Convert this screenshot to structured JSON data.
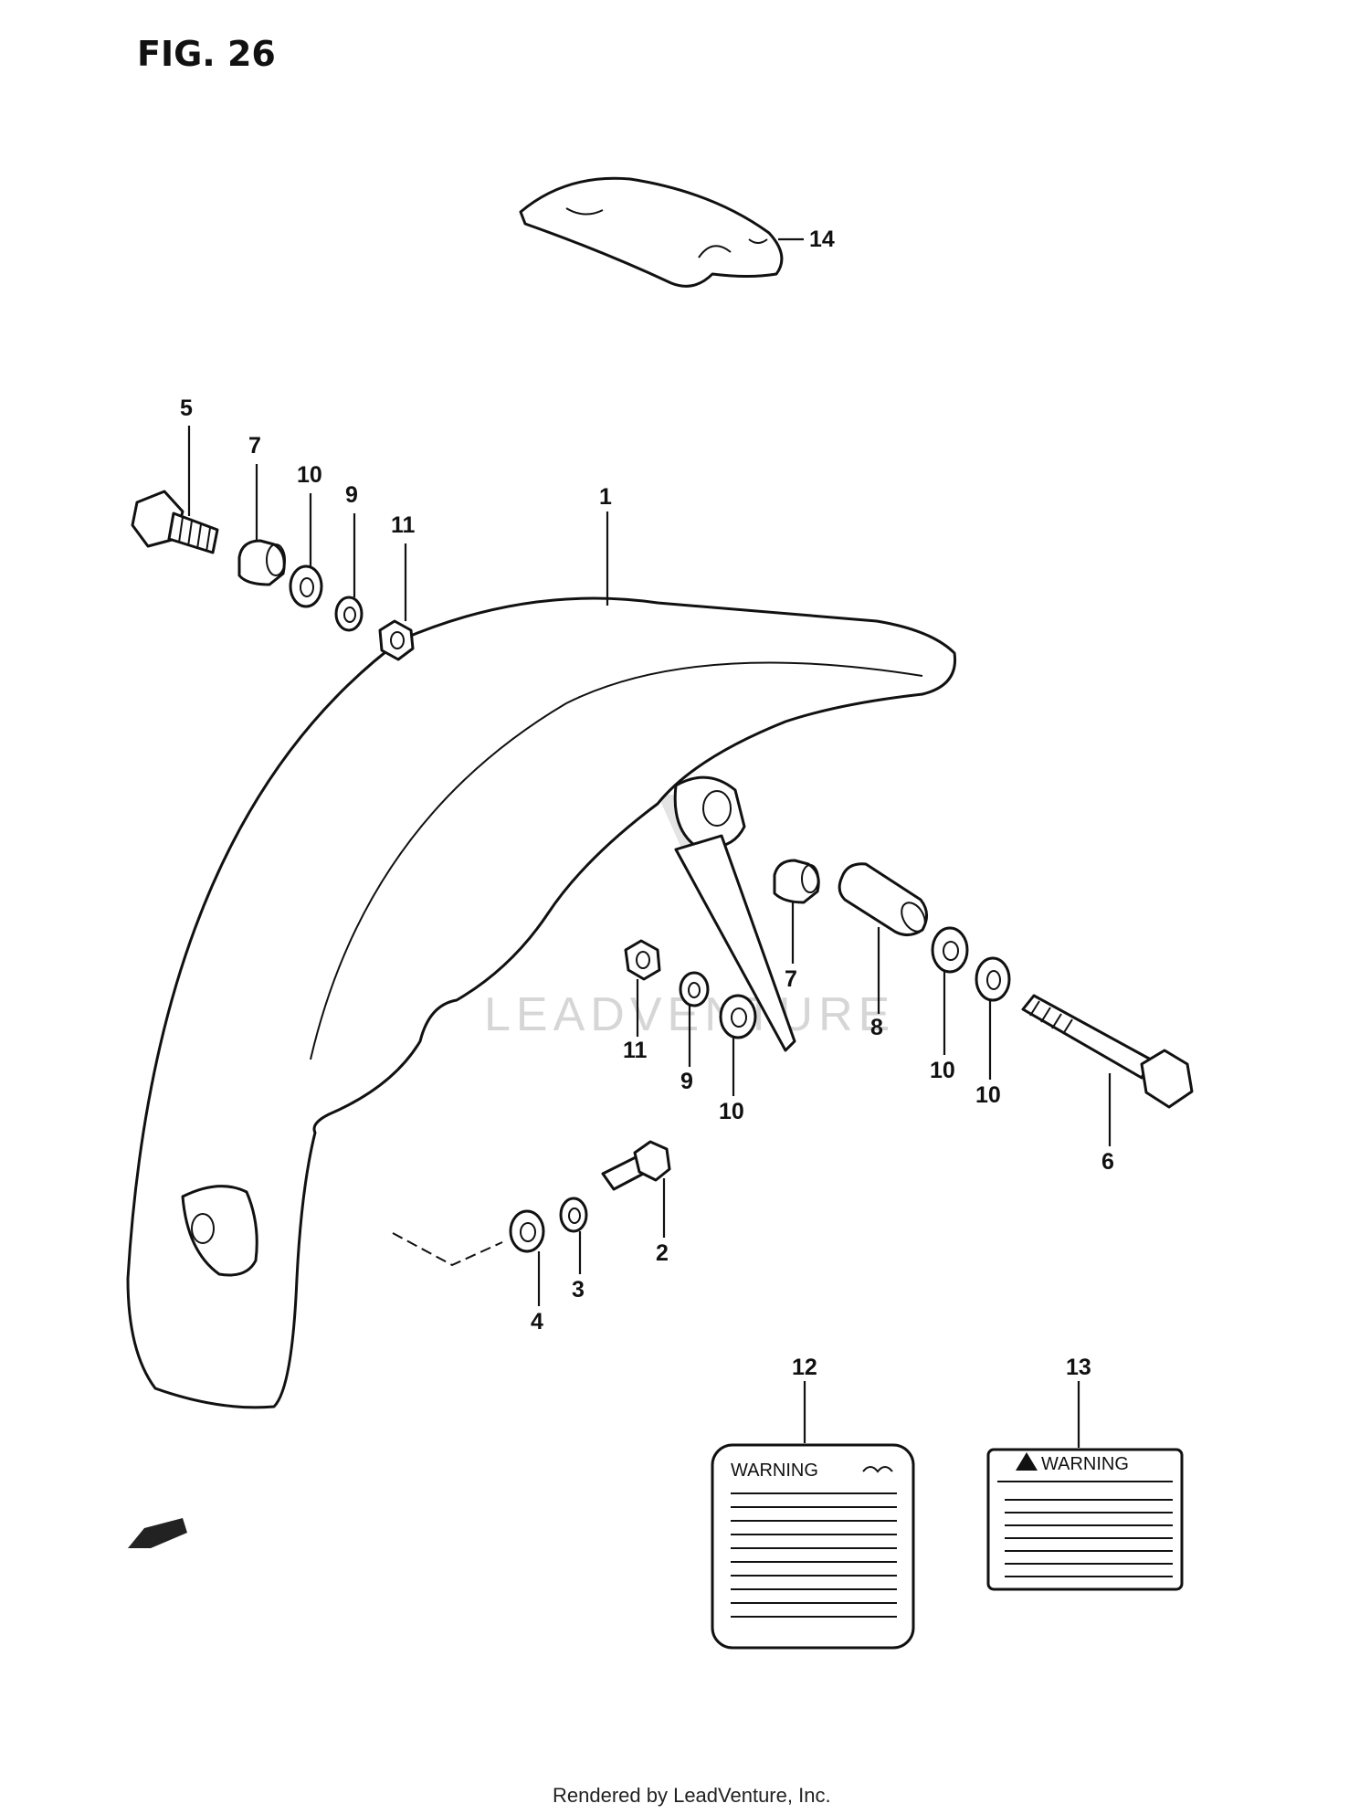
{
  "figure_title": "FIG. 26",
  "callouts": {
    "c1": "1",
    "c2": "2",
    "c3": "3",
    "c4": "4",
    "c5": "5",
    "c6": "6",
    "c7a": "7",
    "c7b": "7",
    "c8": "8",
    "c9a": "9",
    "c9b": "9",
    "c10a": "10",
    "c10b": "10",
    "c10c": "10",
    "c10d": "10",
    "c11a": "11",
    "c11b": "11",
    "c12": "12",
    "c13": "13",
    "c14": "14"
  },
  "labels": {
    "warning_12": "WARNING",
    "warning_13": "WARNING"
  },
  "watermark": "LEADVENTURE",
  "footer": "Rendered by LeadVenture, Inc."
}
